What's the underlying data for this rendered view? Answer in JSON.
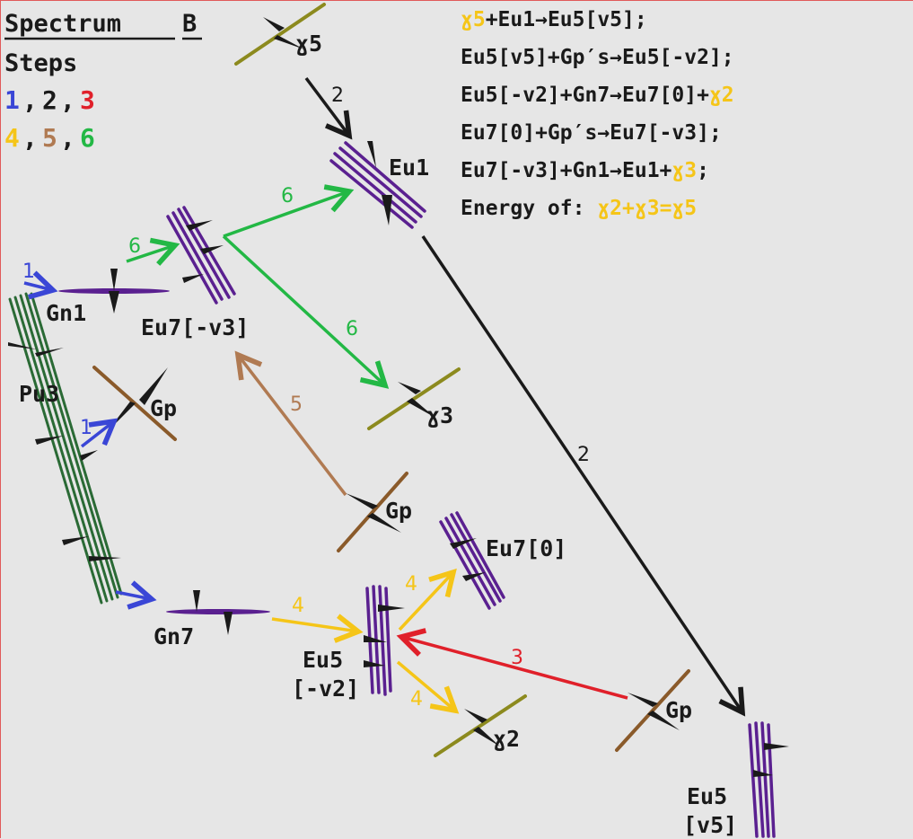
{
  "colors": {
    "background": "#e6e6e6",
    "black": "#1a1a1a",
    "blue": "#3a46d6",
    "red": "#e0202a",
    "yellow": "#f5c518",
    "brown": "#b07a52",
    "green": "#23b845",
    "purple": "#5a2090",
    "olive": "#8c8a1e",
    "gp_brown": "#8a5a2a",
    "pu_green": "#2a6a35"
  },
  "header": {
    "title": "Spectrum",
    "title_suffix": "B",
    "steps_label": "Steps",
    "steps_row1": [
      "1",
      "2",
      "3"
    ],
    "steps_row2": [
      "4",
      "5",
      "6"
    ]
  },
  "equations": [
    [
      {
        "t": "ɣ5",
        "c": "yellow"
      },
      {
        "t": "+Eu1→Eu5[v5];",
        "c": "black"
      }
    ],
    [
      {
        "t": "Eu5[v5]+Gp′s→Eu5[-v2];",
        "c": "black"
      }
    ],
    [
      {
        "t": "Eu5[-v2]+Gn7→Eu7[0]+",
        "c": "black"
      },
      {
        "t": "ɣ2",
        "c": "yellow"
      }
    ],
    [
      {
        "t": "Eu7[0]+Gp′s→Eu7[-v3];",
        "c": "black"
      }
    ],
    [
      {
        "t": "Eu7[-v3]+Gn1→Eu1+",
        "c": "black"
      },
      {
        "t": "ɣ3",
        "c": "yellow"
      },
      {
        "t": ";",
        "c": "black"
      }
    ],
    [
      {
        "t": "Energy of: ",
        "c": "black"
      },
      {
        "t": "ɣ2+ɣ3=ɣ5",
        "c": "yellow"
      }
    ]
  ],
  "nodes": {
    "y5": "ɣ5",
    "eu1": "Eu1",
    "gn1": "Gn1",
    "eu7_v3": "Eu7[-v3]",
    "pu3": "Pu3",
    "gp_left": "Gp",
    "y3": "ɣ3",
    "gp_mid": "Gp",
    "eu7_0": "Eu7[0]",
    "gn7": "Gn7",
    "eu5_v2_a": "Eu5",
    "eu5_v2_b": "[-v2]",
    "y2": "ɣ2",
    "gp_right": "Gp",
    "eu5_v5_a": "Eu5",
    "eu5_v5_b": "[v5]"
  },
  "arrow_labels": {
    "y5_to_eu1": "2",
    "eu1_to_eu5v5": "2",
    "gp_to_eu5v2": "3",
    "eu5_to_eu7_0": "4",
    "gn7_to_eu5": "4",
    "eu5_to_y2": "4",
    "gp_to_eu7v3": "5",
    "to_eu7v3": "6",
    "eu7v3_to_eu1": "6",
    "eu7v3_to_y3": "6",
    "to_gn1": "1",
    "to_gp": "1"
  }
}
